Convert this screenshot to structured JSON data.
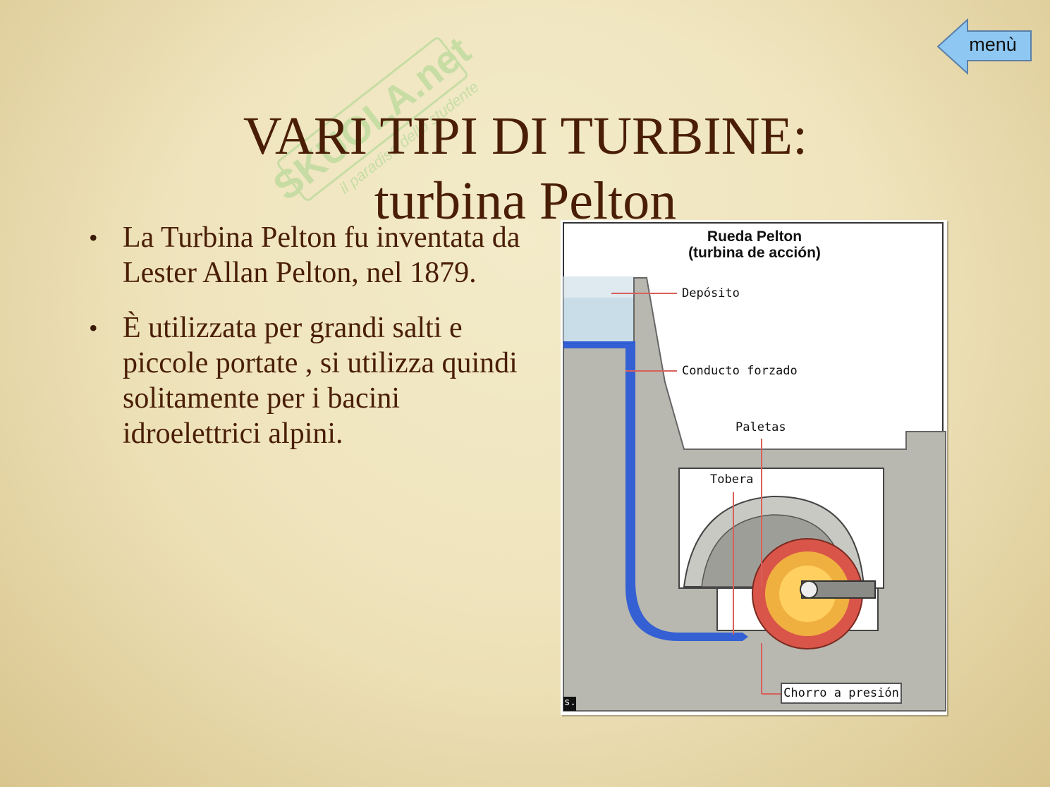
{
  "slide": {
    "title_line1": "VARI TIPI DI TURBINE:",
    "title_line2": "turbina Pelton",
    "menu_label": "menù",
    "bullets": [
      "La Turbina Pelton fu inventata da Lester Allan Pelton,  nel 1879.",
      "È utilizzata per grandi salti  e piccole portate , si utilizza quindi solitamente per i bacini idroelettrici alpini."
    ],
    "bullet_symbol": "•"
  },
  "diagram": {
    "title_line1": "Rueda Pelton",
    "title_line2": "(turbina de acción)",
    "labels": {
      "deposito": "Depósito",
      "conducto": "Conducto forzado",
      "paletas": "Paletas",
      "tobera": "Tobera",
      "chorro": "Chorro a presión",
      "corner": "s."
    }
  },
  "watermark": {
    "brand": "SKUOLA.net",
    "tagline": "il paradiso dello studente"
  },
  "colors": {
    "title": "#4a1e06",
    "text": "#4a1e06",
    "menu_fill": "#8ec8f2",
    "water": "#2c5bd6",
    "concrete": "#b8b8b0",
    "leader_line": "#d8605a",
    "watermark": "#8fd07a"
  }
}
